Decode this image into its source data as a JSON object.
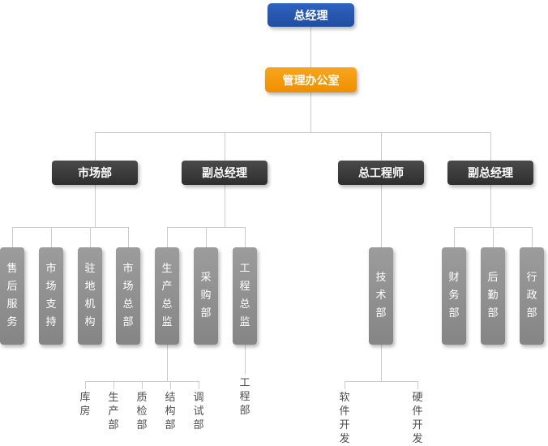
{
  "org_chart": {
    "root": {
      "label": "总经理"
    },
    "office": {
      "label": "管理办公室"
    },
    "branches": [
      {
        "label": "市场部",
        "children": [
          {
            "label": "售后服务"
          },
          {
            "label": "市场支持"
          },
          {
            "label": "驻地机构"
          },
          {
            "label": "市场总部"
          }
        ]
      },
      {
        "label": "副总经理",
        "children": [
          {
            "label": "生产总监",
            "children": [
              {
                "label": "库房"
              },
              {
                "label": "生产部"
              },
              {
                "label": "质检部"
              },
              {
                "label": "结构部"
              },
              {
                "label": "调试部"
              }
            ]
          },
          {
            "label": "采购部"
          },
          {
            "label": "工程总监",
            "children": [
              {
                "label": "工程部"
              }
            ]
          }
        ]
      },
      {
        "label": "总工程师",
        "children": [
          {
            "label": "技术部",
            "children": [
              {
                "label": "软件开发"
              },
              {
                "label": "硬件开发"
              }
            ]
          }
        ]
      },
      {
        "label": "副总经理",
        "children": [
          {
            "label": "财务部"
          },
          {
            "label": "后勤部"
          },
          {
            "label": "行政部"
          }
        ]
      }
    ],
    "colors": {
      "root_bg": "#2557ae",
      "office_bg": "#f39800",
      "branch_bg": "#3a3a3a",
      "dept_bg": "#8f8f8f",
      "connector": "#cccccc",
      "leaf_text": "#4d4d4d"
    }
  }
}
